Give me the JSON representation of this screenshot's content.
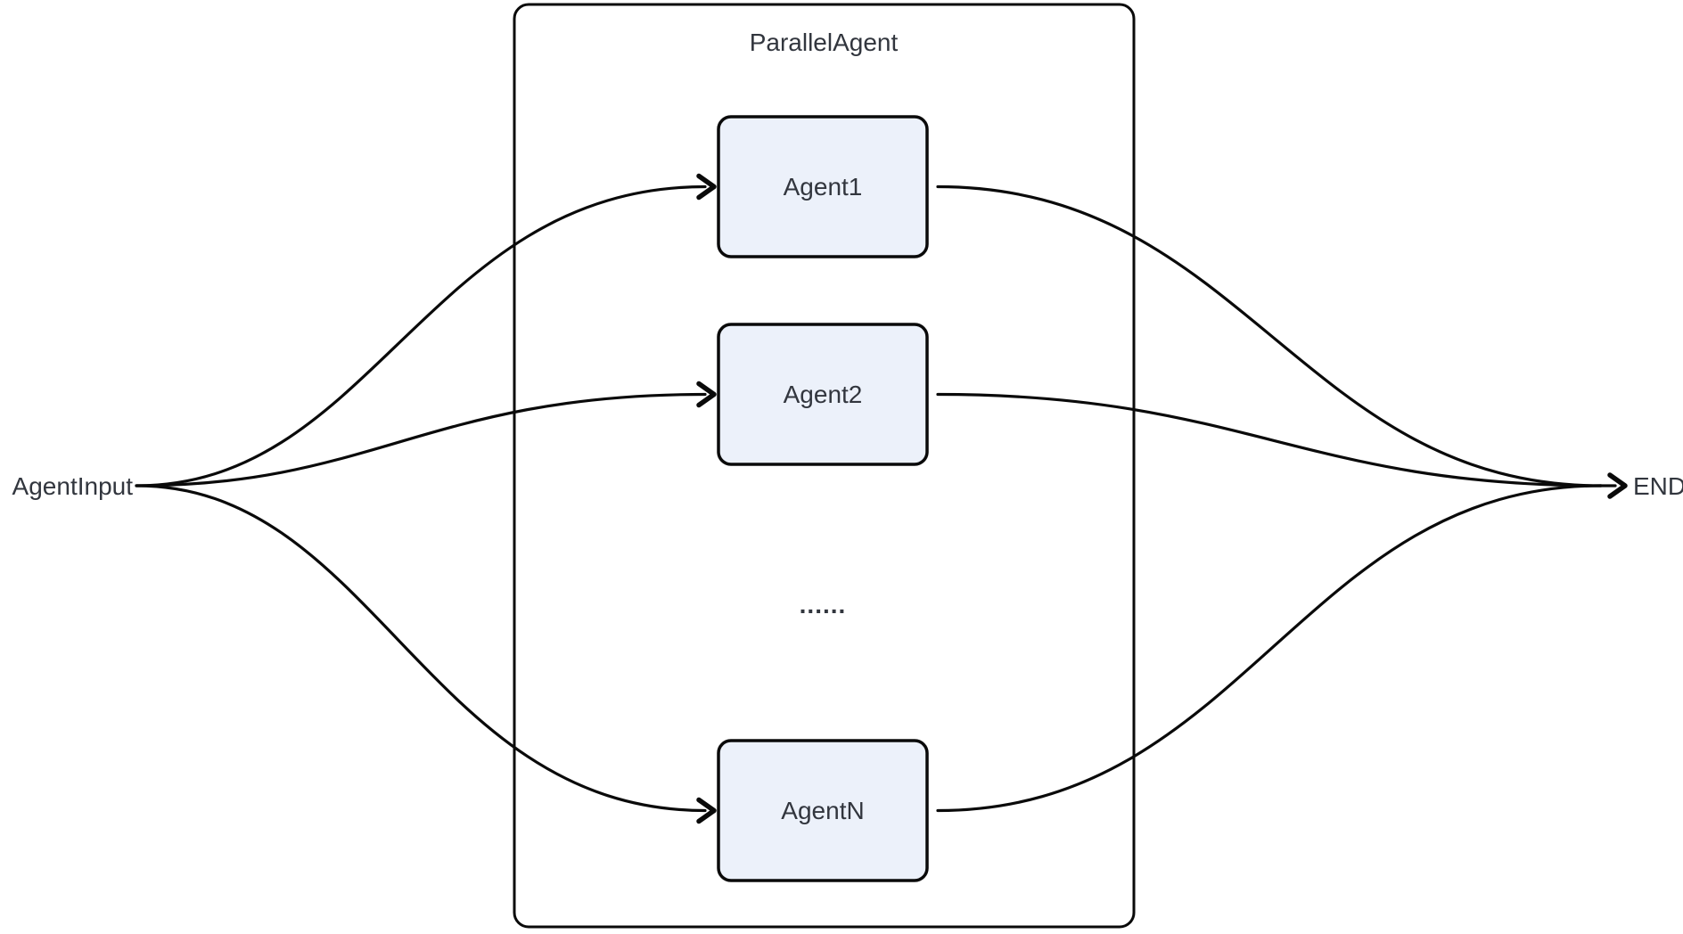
{
  "diagram": {
    "title": "ParallelAgent",
    "start_label": "AgentInput",
    "end_label": "END",
    "ellipsis": "......",
    "nodes": [
      {
        "id": "agent1",
        "label": "Agent1"
      },
      {
        "id": "agent2",
        "label": "Agent2"
      },
      {
        "id": "agentN",
        "label": "AgentN"
      }
    ],
    "edges": [
      {
        "from": "AgentInput",
        "to": "Agent1"
      },
      {
        "from": "AgentInput",
        "to": "Agent2"
      },
      {
        "from": "AgentInput",
        "to": "AgentN"
      },
      {
        "from": "Agent1",
        "to": "END"
      },
      {
        "from": "Agent2",
        "to": "END"
      },
      {
        "from": "AgentN",
        "to": "END"
      }
    ],
    "colors": {
      "node_fill": "#ecf1fa",
      "stroke": "#0a0a0a",
      "text": "#32363e",
      "background": "#ffffff"
    }
  }
}
